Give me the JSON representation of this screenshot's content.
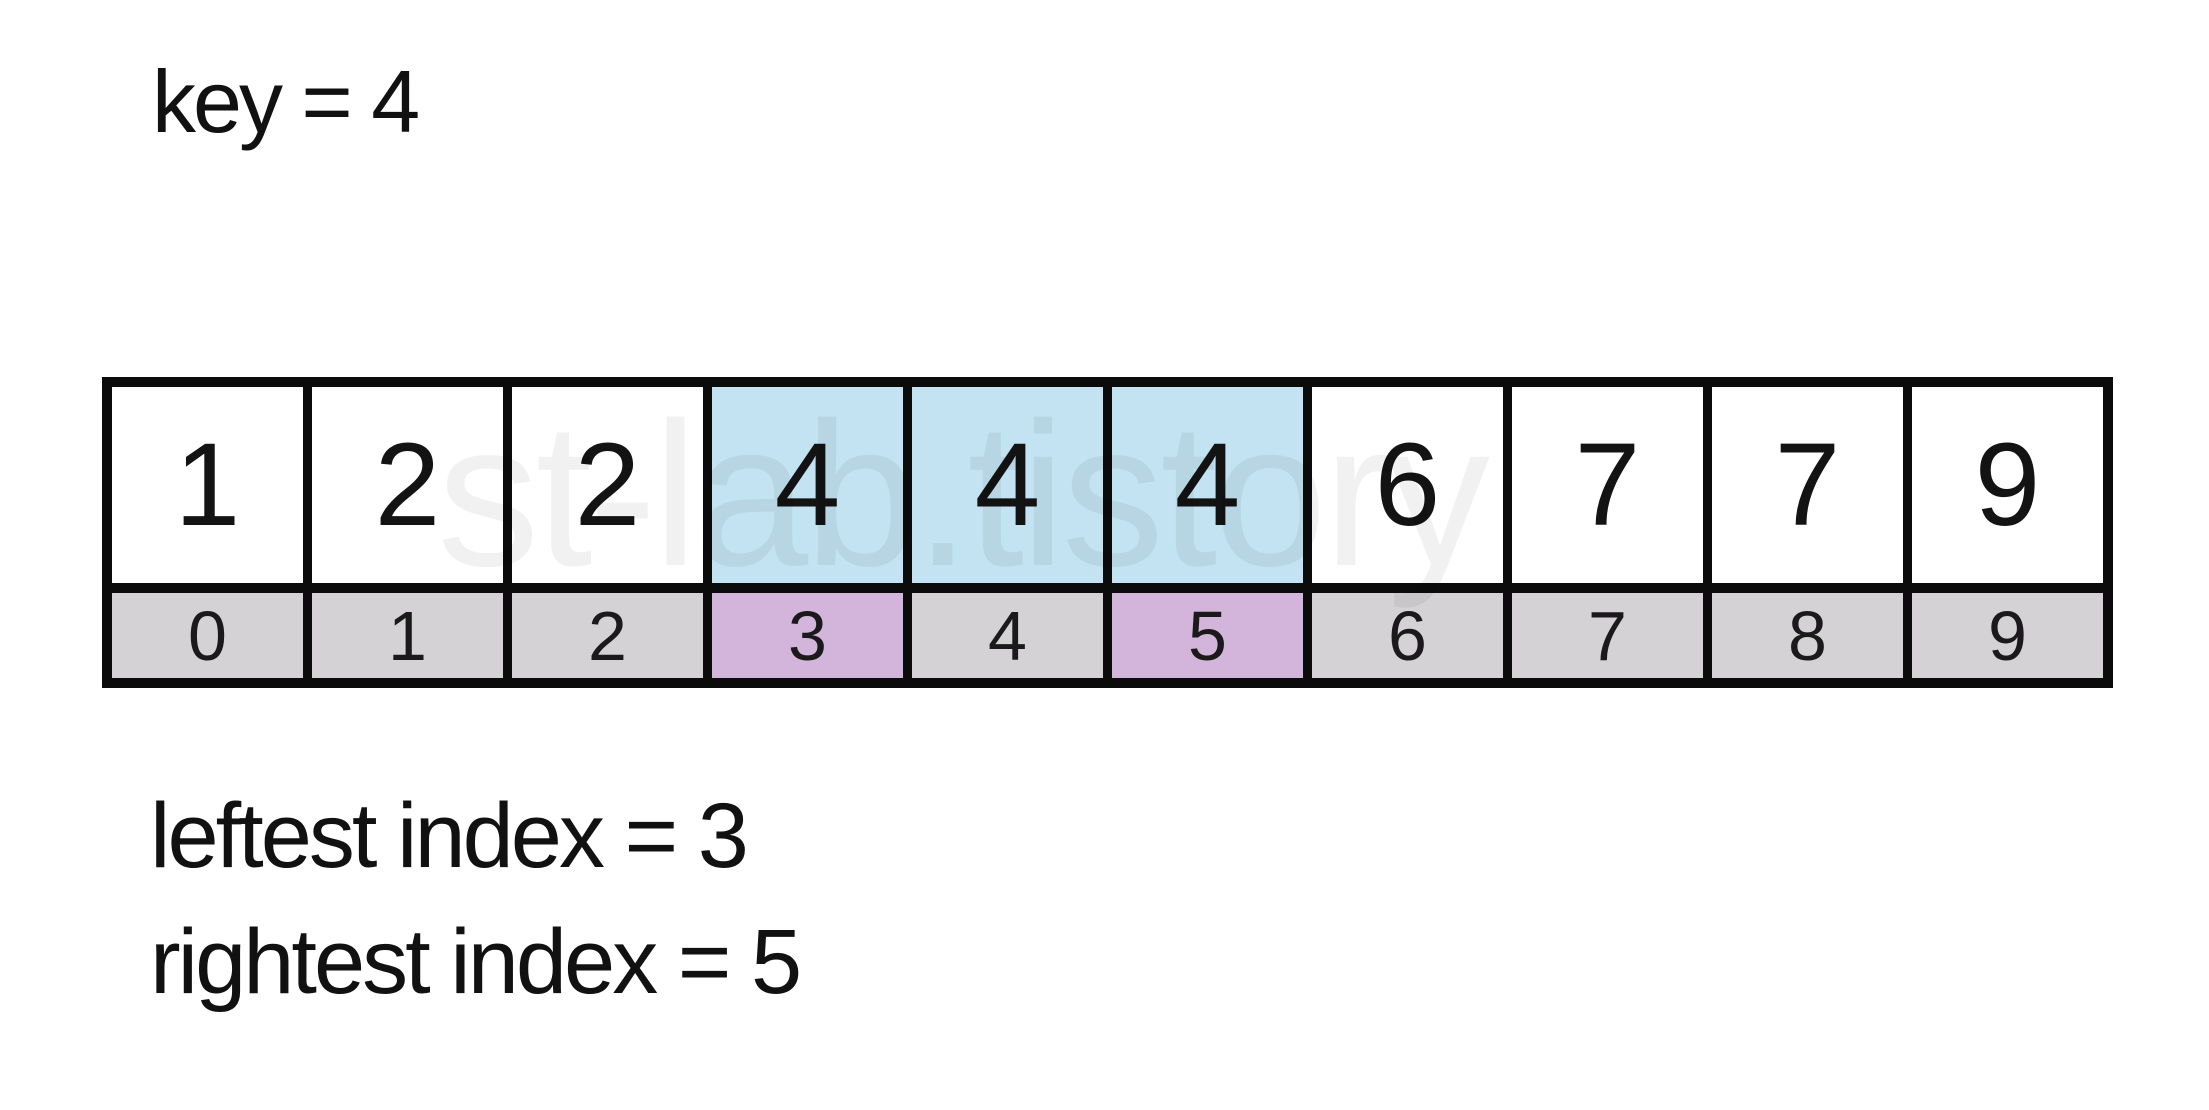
{
  "header": {
    "key_text": "key = 4"
  },
  "array": {
    "cells": [
      {
        "value": "1",
        "index": "0",
        "value_highlighted": false,
        "index_highlighted": false
      },
      {
        "value": "2",
        "index": "1",
        "value_highlighted": false,
        "index_highlighted": false
      },
      {
        "value": "2",
        "index": "2",
        "value_highlighted": false,
        "index_highlighted": false
      },
      {
        "value": "4",
        "index": "3",
        "value_highlighted": true,
        "index_highlighted": true
      },
      {
        "value": "4",
        "index": "4",
        "value_highlighted": true,
        "index_highlighted": false
      },
      {
        "value": "4",
        "index": "5",
        "value_highlighted": true,
        "index_highlighted": true
      },
      {
        "value": "6",
        "index": "6",
        "value_highlighted": false,
        "index_highlighted": false
      },
      {
        "value": "7",
        "index": "7",
        "value_highlighted": false,
        "index_highlighted": false
      },
      {
        "value": "7",
        "index": "8",
        "value_highlighted": false,
        "index_highlighted": false
      },
      {
        "value": "9",
        "index": "9",
        "value_highlighted": false,
        "index_highlighted": false
      }
    ]
  },
  "results": {
    "leftest_text": "leftest index = 3",
    "rightest_text": "rightest index = 5"
  },
  "watermark": {
    "text": "st-lab.tistory"
  },
  "colors": {
    "value_default": "#ffffff",
    "value_highlight": "#c3e2f2",
    "index_default": "#d4d2d4",
    "index_highlight": "#d3b4da",
    "border": "#0b0b0b"
  }
}
